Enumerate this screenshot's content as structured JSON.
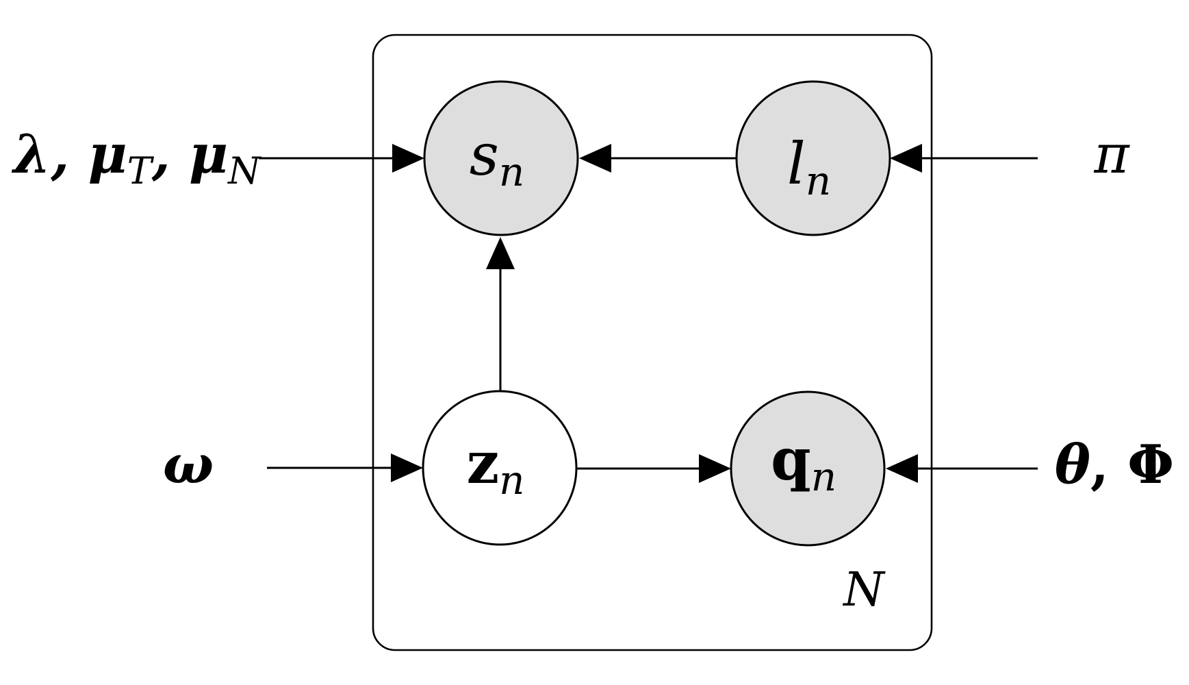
{
  "diagram": {
    "type": "plate-notation-graphical-model",
    "plate": {
      "count_label": "N"
    },
    "nodes": [
      {
        "id": "s_n",
        "main": "s",
        "sub": "n",
        "shaded": true,
        "position": "top-left-in-plate"
      },
      {
        "id": "l_n",
        "main": "l",
        "sub": "n",
        "shaded": true,
        "position": "top-right-in-plate"
      },
      {
        "id": "z_n",
        "main": "z",
        "sub": "n",
        "shaded": false,
        "position": "bottom-left-in-plate"
      },
      {
        "id": "q_n",
        "main": "q",
        "sub": "n",
        "shaded": true,
        "position": "bottom-right-in-plate"
      }
    ],
    "external_labels": {
      "lambda_mu": {
        "p1": "λ, μ",
        "s1": "T",
        "p2": ", μ",
        "s2": "N"
      },
      "pi": "π",
      "omega": "ω",
      "theta_phi": {
        "p1": "θ",
        "p2": ", Φ"
      }
    },
    "edges": [
      {
        "from": "λ, μ_T, μ_N",
        "to": "s_n"
      },
      {
        "from": "l_n",
        "to": "s_n"
      },
      {
        "from": "π",
        "to": "l_n"
      },
      {
        "from": "z_n",
        "to": "s_n"
      },
      {
        "from": "ω",
        "to": "z_n"
      },
      {
        "from": "z_n",
        "to": "q_n"
      },
      {
        "from": "θ, Φ",
        "to": "q_n"
      }
    ]
  },
  "colors": {
    "background": "#ffffff",
    "stroke": "#000000",
    "node_fill_shaded": "#dedede",
    "node_fill_unshaded": "#ffffff"
  }
}
